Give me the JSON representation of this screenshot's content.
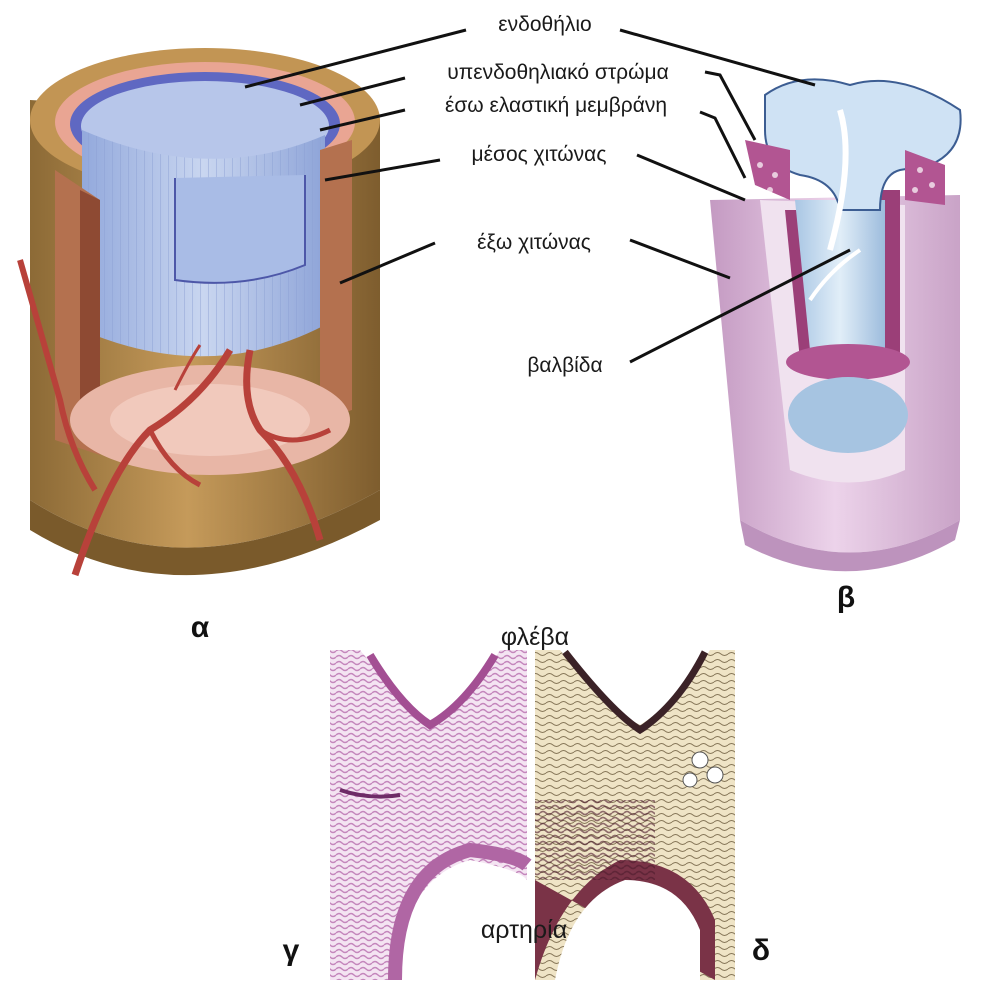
{
  "labels": {
    "endothelium": "ενδοθήλιο",
    "subendothelial": "υπενδοθηλιακό στρώμα",
    "internal_elastic": "έσω ελαστική μεμβράνη",
    "tunica_media": "μέσος χιτώνας",
    "tunica_externa": "έξω χιτώνας",
    "valve": "βαλβίδα",
    "vein": "φλέβα",
    "artery": "αρτηρία"
  },
  "panel_letters": {
    "a": "α",
    "b": "β",
    "c": "γ",
    "d": "δ"
  },
  "colors": {
    "endothelium": "#7b86d4",
    "lumen": "#b9cbe9",
    "subendothelial": "#e79a8f",
    "media": "#b06a52",
    "adventitia": "#b38a4e",
    "vessel_blood": "#b8413a",
    "vein_outer": "#d9b8d6",
    "vein_lumen": "#cfe2f1",
    "vein_media": "#9b3f78",
    "histology_pink": "#d7a3cf",
    "histology_dark": "#6d2b46",
    "histology_beige": "#e8d9b2"
  }
}
